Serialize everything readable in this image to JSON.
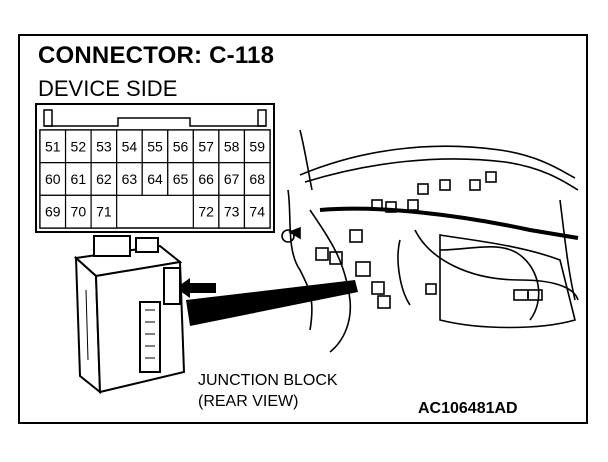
{
  "title": "CONNECTOR: C-118",
  "subtitle": "DEVICE SIDE",
  "connector": {
    "rows": [
      [
        "51",
        "52",
        "53",
        "54",
        "55",
        "56",
        "57",
        "58",
        "59"
      ],
      [
        "60",
        "61",
        "62",
        "63",
        "64",
        "65",
        "66",
        "67",
        "68"
      ],
      [
        "69",
        "70",
        "71",
        "",
        "",
        "",
        "72",
        "73",
        "74"
      ]
    ]
  },
  "component_label": [
    "JUNCTION BLOCK",
    "(REAR VIEW)"
  ],
  "reference_code": "AC106481AD"
}
